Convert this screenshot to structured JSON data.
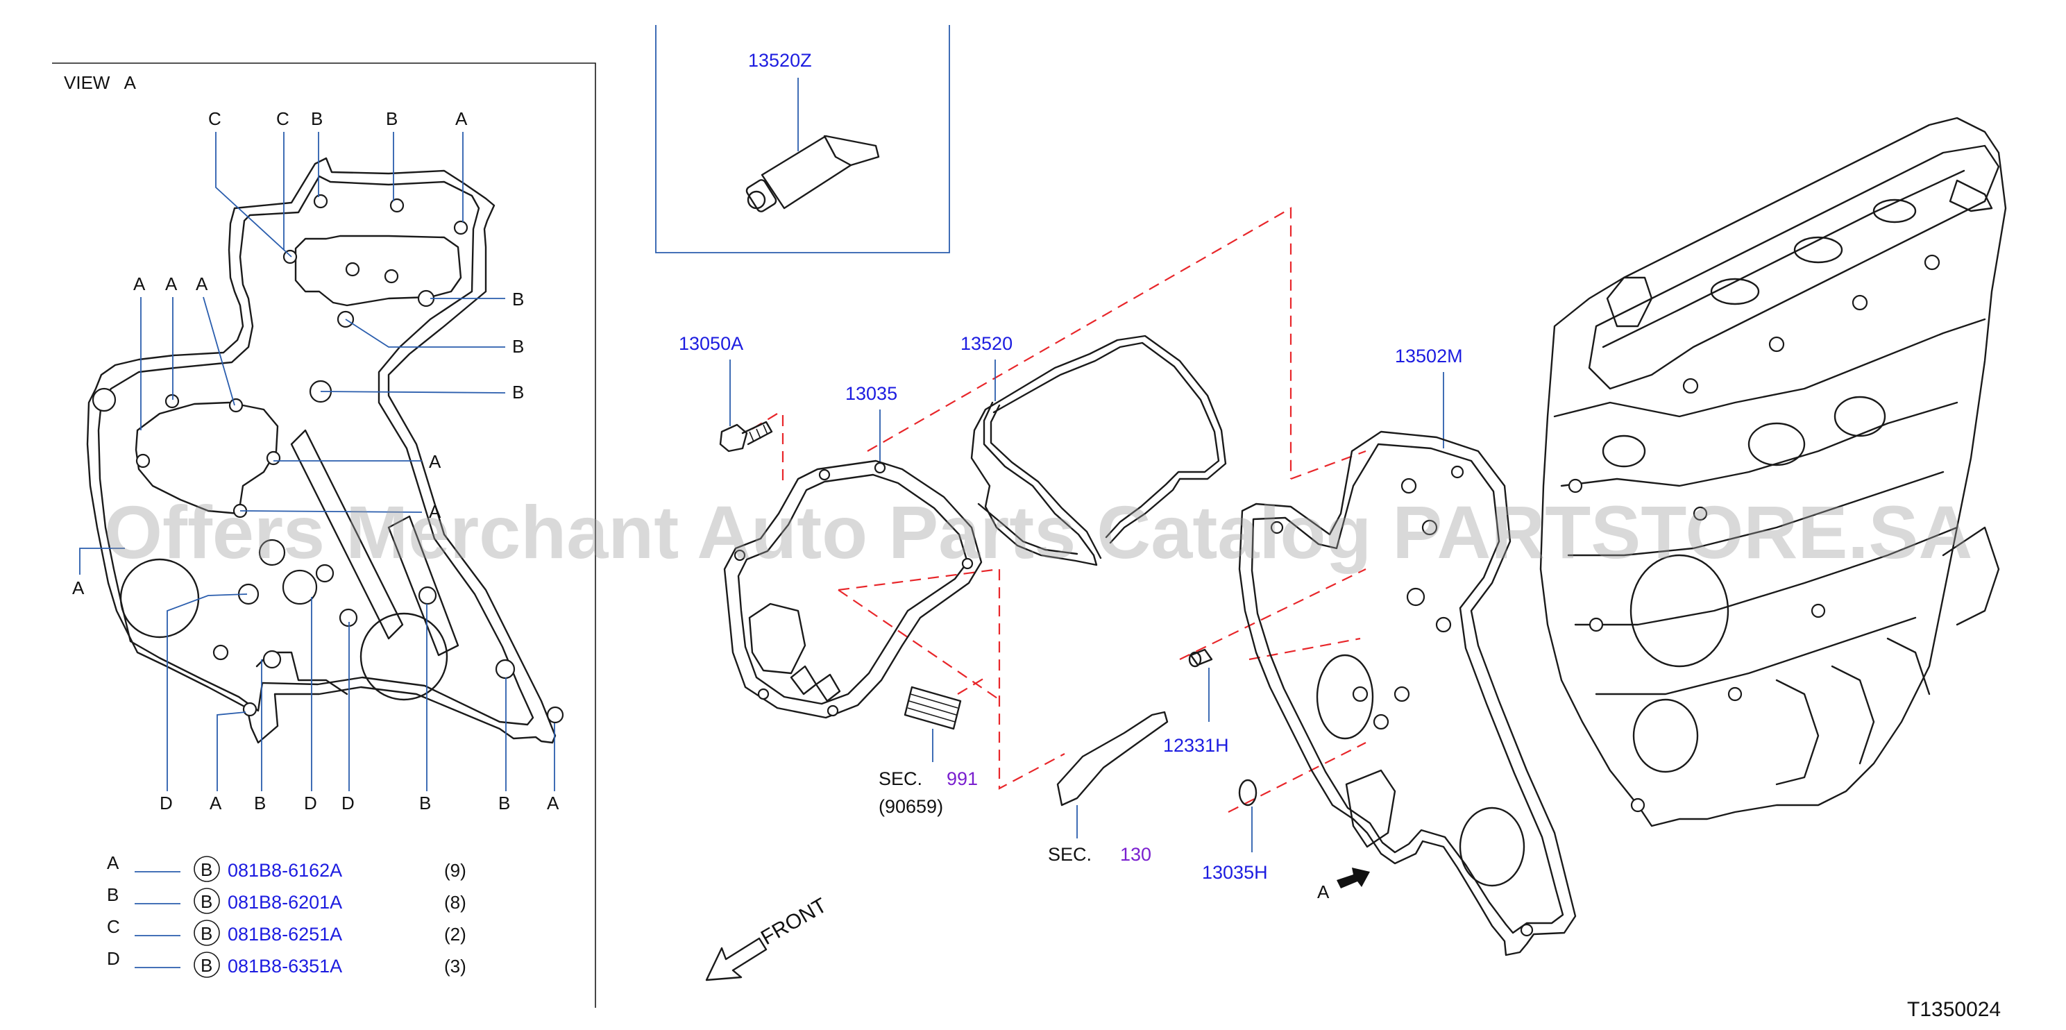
{
  "colors": {
    "part_number": "#1c1ce0",
    "section_ref": "#7a1fcf",
    "leader": "#2a5dad",
    "guide_dash": "#e8262a",
    "line": "#1a1a1a",
    "watermark": "#9a9a9a"
  },
  "view_title": "VIEW   A",
  "view_labels": {
    "top": [
      "C",
      "C",
      "B",
      "B",
      "A"
    ],
    "left_top": [
      "A",
      "A",
      "A"
    ],
    "right": [
      "B",
      "B",
      "B",
      "A",
      "A"
    ],
    "left_mid": "A",
    "bottom": [
      "D",
      "A",
      "B",
      "D",
      "D",
      "B",
      "B",
      "A"
    ]
  },
  "bolt_legend": [
    {
      "key": "A",
      "circle": "B",
      "part": "081B8-6162A",
      "qty": "(9)"
    },
    {
      "key": "B",
      "circle": "B",
      "part": "081B8-6201A",
      "qty": "(8)"
    },
    {
      "key": "C",
      "circle": "B",
      "part": "081B8-6251A",
      "qty": "(2)"
    },
    {
      "key": "D",
      "circle": "B",
      "part": "081B8-6351A",
      "qty": "(3)"
    }
  ],
  "parts": {
    "sealant": "13520Z",
    "bolt": "13050A",
    "front_cover": "13035",
    "gasket": "13520",
    "rear_cover": "13502M",
    "dowel": "12331H",
    "seal_ring": "13035H"
  },
  "section_refs": [
    {
      "prefix": "SEC.",
      "number": "991",
      "sub": "(90659)"
    },
    {
      "prefix": "SEC.",
      "number": "130"
    }
  ],
  "front_label": "FRONT",
  "view_marker": "A",
  "diagram_id": "T1350024",
  "watermark": "Offers Merchant Auto Parts Catalog PARTSTORE.SA"
}
